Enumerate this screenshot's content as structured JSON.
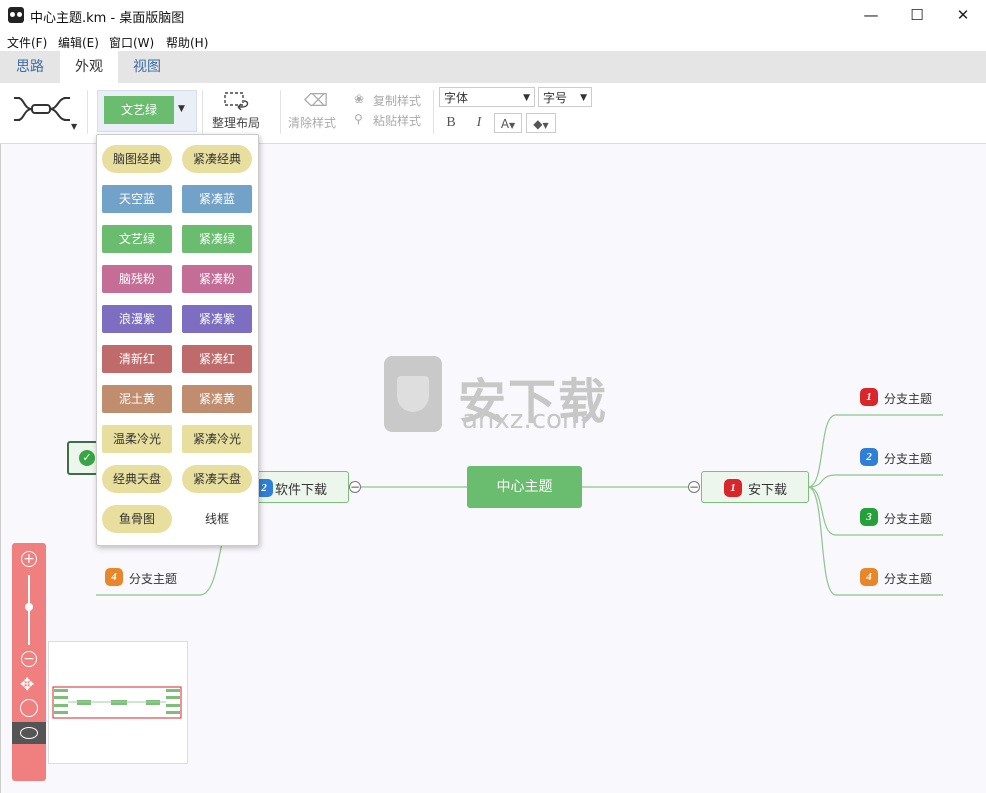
{
  "window": {
    "title": "中心主题.km - 桌面版脑图",
    "minimize": "—",
    "maximize": "☐",
    "close": "✕"
  },
  "menu": [
    "文件(F)",
    "编辑(E)",
    "窗口(W)",
    "帮助(H)"
  ],
  "tabs": [
    {
      "label": "思路",
      "active": false
    },
    {
      "label": "外观",
      "active": true
    },
    {
      "label": "视图",
      "active": false
    }
  ],
  "toolbar": {
    "structure_icon": "mind-structure-icon",
    "theme_current": "文艺绿",
    "theme_color": "#6abd6e",
    "arrange_label": "整理布局",
    "clear_style_label": "清除样式",
    "copy_style_label": "复制样式",
    "paste_style_label": "粘贴样式",
    "font_placeholder": "字体",
    "size_placeholder": "字号",
    "bold": "B",
    "italic": "I",
    "font_color": "A",
    "fill_color": "◆"
  },
  "theme_menu": {
    "items": [
      {
        "label": "脑图经典",
        "bg": "#e8df9e",
        "fg": "#333",
        "shape": "round"
      },
      {
        "label": "紧凑经典",
        "bg": "#e8df9e",
        "fg": "#333",
        "shape": "round"
      },
      {
        "label": "天空蓝",
        "bg": "#73a2c8",
        "fg": "#fff",
        "shape": "sq"
      },
      {
        "label": "紧凑蓝",
        "bg": "#73a2c8",
        "fg": "#fff",
        "shape": "sq"
      },
      {
        "label": "文艺绿",
        "bg": "#6abd6e",
        "fg": "#fff",
        "shape": "sq"
      },
      {
        "label": "紧凑绿",
        "bg": "#6abd6e",
        "fg": "#fff",
        "shape": "sq"
      },
      {
        "label": "脑残粉",
        "bg": "#c46d97",
        "fg": "#fff",
        "shape": "sq"
      },
      {
        "label": "紧凑粉",
        "bg": "#c46d97",
        "fg": "#fff",
        "shape": "sq"
      },
      {
        "label": "浪漫紫",
        "bg": "#7e6ec2",
        "fg": "#fff",
        "shape": "sq"
      },
      {
        "label": "紧凑紫",
        "bg": "#7e6ec2",
        "fg": "#fff",
        "shape": "sq"
      },
      {
        "label": "清新红",
        "bg": "#c06b6b",
        "fg": "#fff",
        "shape": "sq"
      },
      {
        "label": "紧凑红",
        "bg": "#c06b6b",
        "fg": "#fff",
        "shape": "sq"
      },
      {
        "label": "泥土黄",
        "bg": "#c08e6f",
        "fg": "#fff",
        "shape": "sq"
      },
      {
        "label": "紧凑黄",
        "bg": "#c08e6f",
        "fg": "#fff",
        "shape": "sq"
      },
      {
        "label": "温柔冷光",
        "bg": "#e8df9e",
        "fg": "#333",
        "shape": "sq"
      },
      {
        "label": "紧凑冷光",
        "bg": "#e8df9e",
        "fg": "#333",
        "shape": "sq"
      },
      {
        "label": "经典天盘",
        "bg": "#e8df9e",
        "fg": "#333",
        "shape": "round"
      },
      {
        "label": "紧凑天盘",
        "bg": "#e8df9e",
        "fg": "#333",
        "shape": "round"
      },
      {
        "label": "鱼骨图",
        "bg": "#e8df9e",
        "fg": "#333",
        "shape": "round"
      },
      {
        "label": "线框",
        "bg": "#ffffff",
        "fg": "#333",
        "shape": "sq"
      }
    ]
  },
  "mindmap": {
    "center": "中心主题",
    "right_branch": {
      "label": "安下载",
      "priority": "1"
    },
    "left_branch": {
      "label": "软件下载",
      "priority": "2"
    },
    "right_leaves": [
      {
        "label": "分支主题",
        "priority": "1",
        "color": "#d9262a"
      },
      {
        "label": "分支主题",
        "priority": "2",
        "color": "#2f7fd6"
      },
      {
        "label": "分支主题",
        "priority": "3",
        "color": "#26a13a"
      },
      {
        "label": "分支主题",
        "priority": "4",
        "color": "#e8862a"
      }
    ],
    "left_leaves": [
      {
        "label": "分支主题",
        "priority": "4",
        "color": "#e8862a"
      }
    ],
    "collapse_symbol": "−"
  },
  "watermark": {
    "text": "安下载",
    "url": "anxz.com"
  },
  "zoom": {
    "zoom_in": "+",
    "zoom_out": "−",
    "level": 0.55
  }
}
